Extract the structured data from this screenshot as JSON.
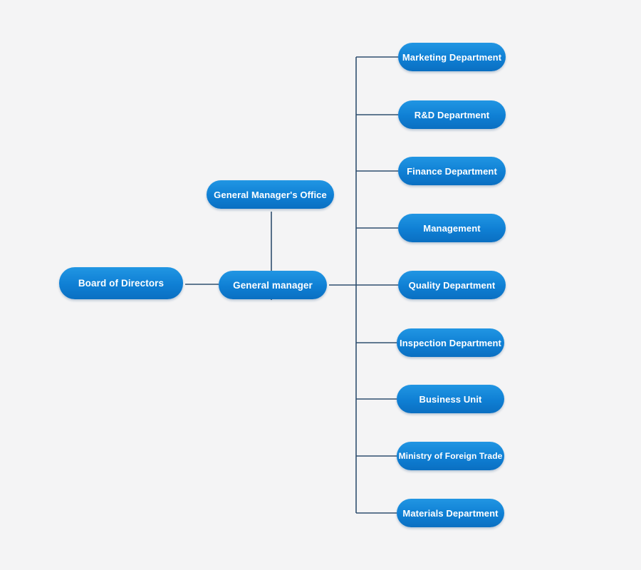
{
  "colors": {
    "node_fill": "#1486d8",
    "connector": "#2f4f6f",
    "background": "#f4f4f5",
    "text": "#ffffff"
  },
  "nodes": {
    "board": "Board of Directors",
    "general_manager": "General manager",
    "gm_office": "General Manager's Office"
  },
  "departments": [
    "Marketing Department",
    "R&D Department",
    "Finance Department",
    "Management",
    "Quality Department",
    "Inspection Department",
    "Business Unit",
    "Ministry of Foreign Trade",
    "Materials Department"
  ]
}
